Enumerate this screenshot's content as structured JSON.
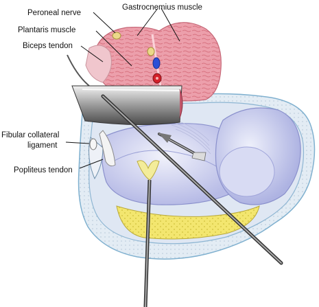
{
  "labels": {
    "peroneal_nerve": "Peroneal nerve",
    "gastrocnemius_muscle": "Gastrocnemius muscle",
    "plantaris_muscle": "Plantaris muscle",
    "biceps_tendon": "Biceps tendon",
    "fibular_collateral_ligament_line1": "Fibular collateral",
    "fibular_collateral_ligament_line2": "ligament",
    "popliteus_tendon": "Popliteus tendon"
  },
  "colors": {
    "muscle": "#e89aa6",
    "cartilage": "#c9cbec",
    "fat_pad": "#f1e56a",
    "capsule_outline": "#7fb0cf",
    "instrument": "#6e6e6e",
    "vein": "#2b4fd6",
    "artery": "#d3202a",
    "nerve": "#ecd98a"
  }
}
